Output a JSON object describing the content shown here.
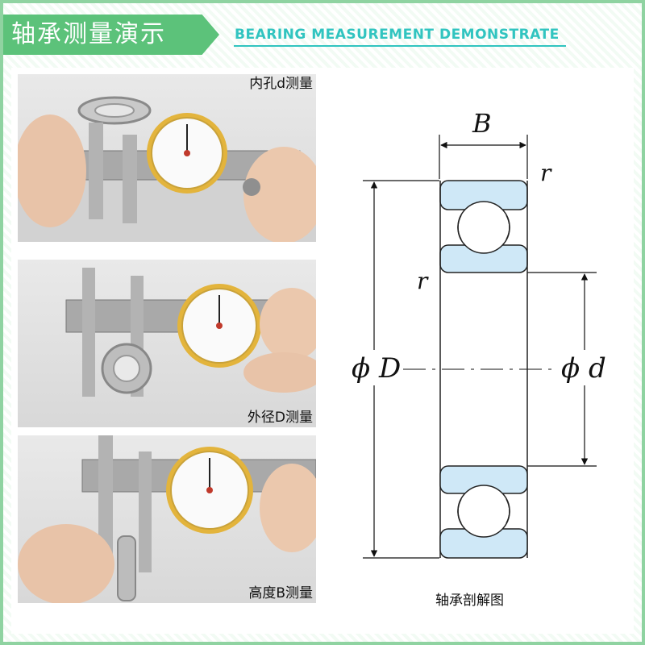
{
  "header": {
    "title": "轴承测量演示",
    "subtitle": "BEARING MEASUREMENT DEMONSTRATE"
  },
  "photos": [
    {
      "label": "内孔d测量"
    },
    {
      "label": "外径D测量"
    },
    {
      "label": "高度B测量"
    }
  ],
  "diagram": {
    "label_width": "B",
    "label_radius_top": "r",
    "label_radius_side": "r",
    "label_outer": "ϕ D",
    "label_inner": "ϕ d",
    "caption": "轴承剖解图"
  },
  "colors": {
    "header_green": "#5cc27a",
    "subtitle_teal": "#31c4c0",
    "frame_green": "#8fd3a1",
    "bearing_fill": "#cfe8f7"
  }
}
